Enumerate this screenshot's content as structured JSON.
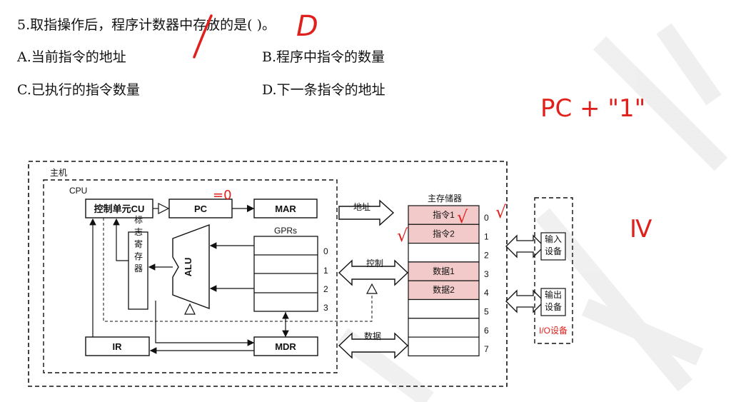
{
  "question": {
    "stem": "5.取指操作后，程序计数器中存放的是(     )。",
    "options": [
      {
        "id": "A",
        "text": "A.当前指令的地址"
      },
      {
        "id": "B",
        "text": "B.程序中指令的数量"
      },
      {
        "id": "C",
        "text": "C.已执行的指令数量"
      },
      {
        "id": "D",
        "text": "D.下一条指令的地址"
      }
    ]
  },
  "handwriting": {
    "answer_mark": "D",
    "pc_note": "PC + \"1\"",
    "pc_value": "=0",
    "check_mark": "√",
    "roman_four": "Ⅳ"
  },
  "diagram": {
    "host_label": "主机",
    "cpu_label": "CPU",
    "cu_label": "控制单元CU",
    "pc_label": "PC",
    "mar_label": "MAR",
    "gprs_label": "GPRs",
    "gpr_indices": [
      "0",
      "1",
      "2",
      "3"
    ],
    "alu_label": "ALU",
    "flag_register_label": "标志寄存器",
    "ir_label": "IR",
    "mdr_label": "MDR",
    "bus_address": "地址",
    "bus_control": "控制",
    "bus_data": "数据",
    "memory_label": "主存储器",
    "memory_cells": [
      "指令1",
      "指令2",
      "",
      "数据1",
      "数据2",
      "",
      "",
      ""
    ],
    "memory_addresses": [
      "0",
      "1",
      "2",
      "3",
      "4",
      "5",
      "6",
      "7"
    ],
    "input_device": "输入设备",
    "output_device": "输出设备",
    "io_label": "I/O设备",
    "colors": {
      "memory_highlight": "#f3caca",
      "io_label": "#e0201c",
      "ink": "#e0201c"
    }
  }
}
